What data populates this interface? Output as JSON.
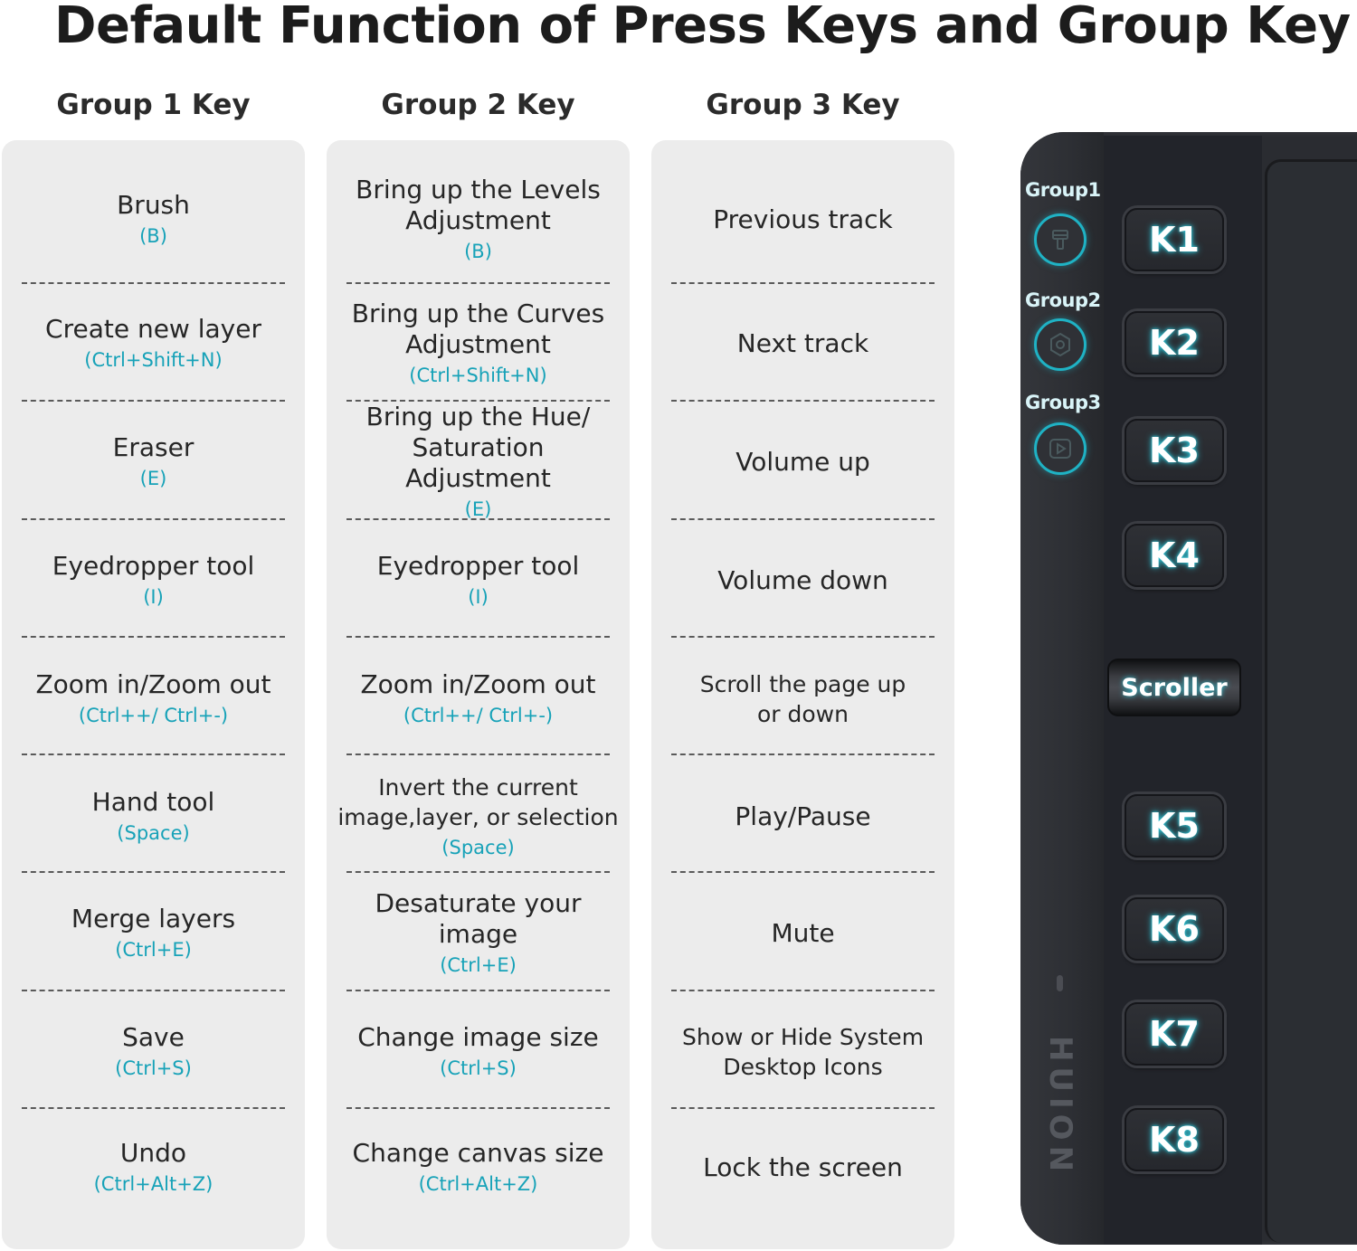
{
  "title": "Default Function of Press Keys and Group Key",
  "columns": [
    {
      "heading": "Group 1 Key",
      "rows": [
        {
          "function": "Brush",
          "shortcut": "(B)"
        },
        {
          "function": "Create new layer",
          "shortcut": "(Ctrl+Shift+N)"
        },
        {
          "function": "Eraser",
          "shortcut": "(E)"
        },
        {
          "function": "Eyedropper tool",
          "shortcut": "(I)"
        },
        {
          "function": "Zoom in/Zoom out",
          "shortcut": "(Ctrl++/ Ctrl+-)"
        },
        {
          "function": "Hand tool",
          "shortcut": "(Space)"
        },
        {
          "function": "Merge layers",
          "shortcut": "(Ctrl+E)"
        },
        {
          "function": "Save",
          "shortcut": "(Ctrl+S)"
        },
        {
          "function": "Undo",
          "shortcut": "(Ctrl+Alt+Z)"
        }
      ]
    },
    {
      "heading": "Group 2 Key",
      "rows": [
        {
          "function": "Bring up the Levels\nAdjustment",
          "shortcut": "(B)"
        },
        {
          "function": "Bring up the Curves\nAdjustment",
          "shortcut": "(Ctrl+Shift+N)"
        },
        {
          "function": "Bring up the Hue/\nSaturation Adjustment",
          "shortcut": "(E)"
        },
        {
          "function": "Eyedropper tool",
          "shortcut": "(I)"
        },
        {
          "function": "Zoom in/Zoom out",
          "shortcut": "(Ctrl++/ Ctrl+-)"
        },
        {
          "function": "Invert the current\nimage,layer, or selection",
          "shortcut": "(Space)"
        },
        {
          "function": "Desaturate your image",
          "shortcut": "(Ctrl+E)"
        },
        {
          "function": "Change image size",
          "shortcut": "(Ctrl+S)"
        },
        {
          "function": "Change canvas size",
          "shortcut": "(Ctrl+Alt+Z)"
        }
      ]
    },
    {
      "heading": "Group 3 Key",
      "rows": [
        {
          "function": "Previous track"
        },
        {
          "function": "Next track"
        },
        {
          "function": "Volume up"
        },
        {
          "function": "Volume down"
        },
        {
          "function": "Scroll the page up\nor down"
        },
        {
          "function": "Play/Pause"
        },
        {
          "function": "Mute"
        },
        {
          "function": "Show or Hide System\nDesktop Icons"
        },
        {
          "function": "Lock the screen"
        }
      ]
    }
  ],
  "device": {
    "group_buttons": [
      {
        "label": "Group1",
        "icon": "brush-icon"
      },
      {
        "label": "Group2",
        "icon": "hexagon-icon"
      },
      {
        "label": "Group3",
        "icon": "play-icon"
      }
    ],
    "keys": [
      "K1",
      "K2",
      "K3",
      "K4",
      "K5",
      "K6",
      "K7",
      "K8"
    ],
    "scroller_label": "Scroller",
    "brand": "HUION",
    "accent_color": "#1fb2c4",
    "shortcut_color": "#17a2b8"
  }
}
